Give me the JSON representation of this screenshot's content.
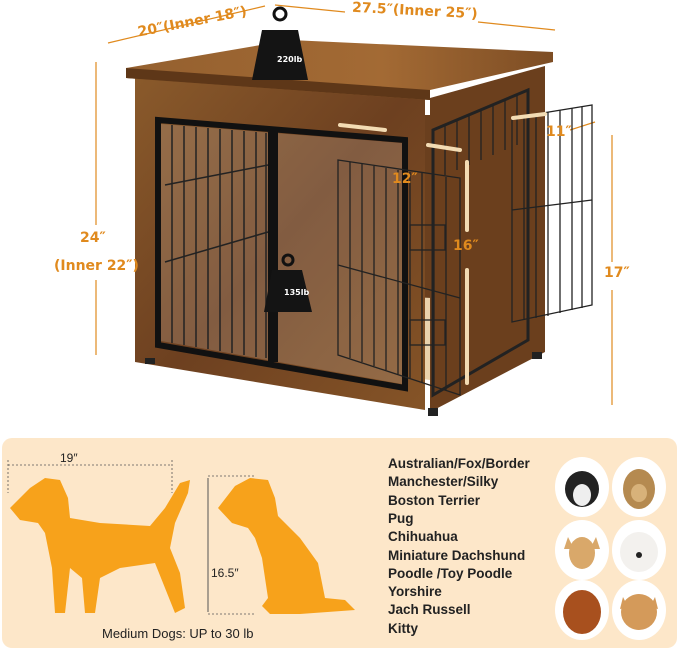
{
  "dimensions": {
    "depth": "20″(Inner 18″)",
    "width": "27.5″(Inner 25″)",
    "height": "24″",
    "height_inner": "(Inner 22″)",
    "side_door_width": "11″",
    "side_door_height": "17″",
    "front_door_width": "12″",
    "front_door_height": "16″"
  },
  "weights": {
    "top": "220lb",
    "inside": "135lb"
  },
  "dog_panel": {
    "length": "19″",
    "height": "16.5″",
    "caption": "Medium Dogs: UP to 30 lb",
    "silhouette_color": "#f7a21b",
    "background_color": "#fde7c9"
  },
  "breeds": [
    "Australian/Fox/Border",
    "Manchester/Silky",
    "Boston Terrier",
    "Pug",
    "Chihuahua",
    "Miniature Dachshund",
    "Poodle /Toy Poodle",
    "Yorshire",
    "Jach Russell",
    "Kitty"
  ],
  "colors": {
    "wood": "#7a4a22",
    "dimension_text": "#e08a1e"
  }
}
